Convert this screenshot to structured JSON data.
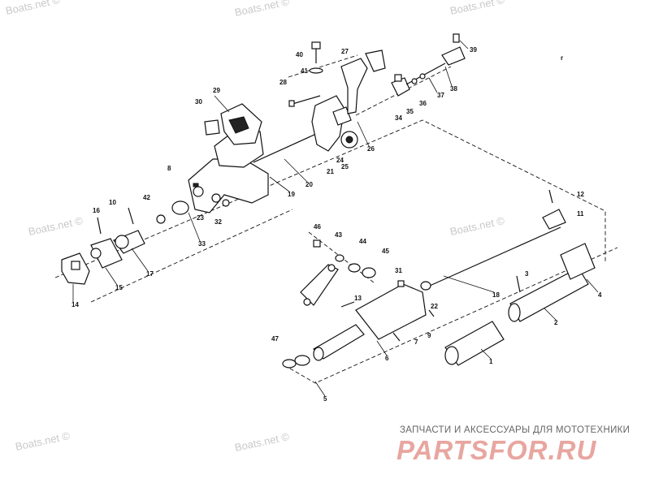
{
  "watermark": "Boats.net ©",
  "branding": {
    "caption": "ЗАПЧАСТИ И АКСЕССУАРЫ ДЛЯ МОТОТЕХНИКИ",
    "logo": "PARTSFOR.RU",
    "logo_color": "#e8a6a0"
  },
  "callouts": [
    "1",
    "2",
    "3",
    "4",
    "5",
    "6",
    "7",
    "8",
    "9",
    "10",
    "11",
    "12",
    "13",
    "14",
    "15",
    "16",
    "17",
    "18",
    "19",
    "20",
    "21",
    "22",
    "23",
    "24",
    "25",
    "26",
    "27",
    "28",
    "29",
    "30",
    "31",
    "32",
    "33",
    "34",
    "35",
    "36",
    "37",
    "38",
    "39",
    "40",
    "41",
    "42",
    "43",
    "44",
    "45",
    "46",
    "47"
  ],
  "stray_mark": "r"
}
